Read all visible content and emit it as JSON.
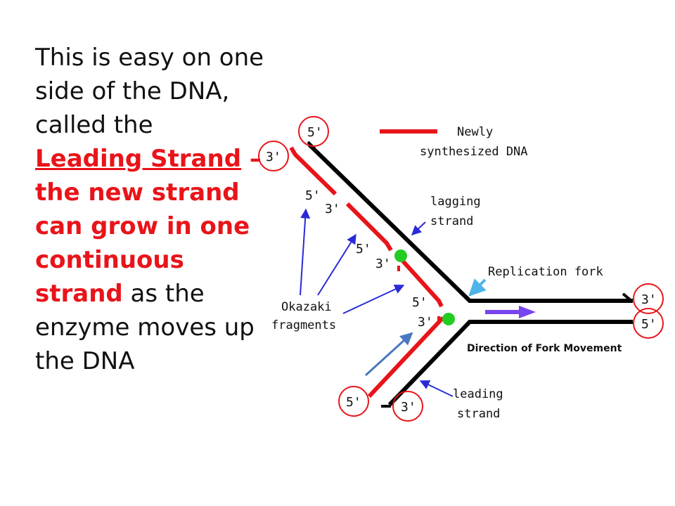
{
  "slide_text": {
    "intro": "This is easy on one side of the DNA, called the ",
    "highlight_a": "Leading Strand",
    "highlight_b": " – the new strand can grow in one continuous strand",
    "outro": " as the enzyme moves up the DNA"
  },
  "colors": {
    "new_dna": "#e8141a",
    "template": "#000000",
    "circle": "#e8141a",
    "primase_dot": "#22cc22",
    "arrow_blue": "#2a2ad8",
    "arrow_light": "#4fb4e8",
    "arrow_steel": "#4a78c0",
    "fork_arrow": "#7744ee"
  },
  "legend": {
    "line1": "Newly",
    "line2": "synthesized DNA"
  },
  "labels": {
    "lagging_1": "lagging",
    "lagging_2": "strand",
    "fork": "Replication fork",
    "okazaki_1": "Okazaki",
    "okazaki_2": "fragments",
    "direction": "Direction of Fork Movement",
    "leading_1": "leading",
    "leading_2": "strand"
  },
  "ends": {
    "top_five": "5'",
    "top_three": "3'",
    "right_three": "3'",
    "right_five": "5'",
    "bottom_five": "5'",
    "bottom_three": "3'"
  },
  "fragment_labels": {
    "f1_five": "5'",
    "f1_three": "3'",
    "f2_five": "5'",
    "f2_three": "3'",
    "f3_five": "5'",
    "f3_three": "3'"
  }
}
